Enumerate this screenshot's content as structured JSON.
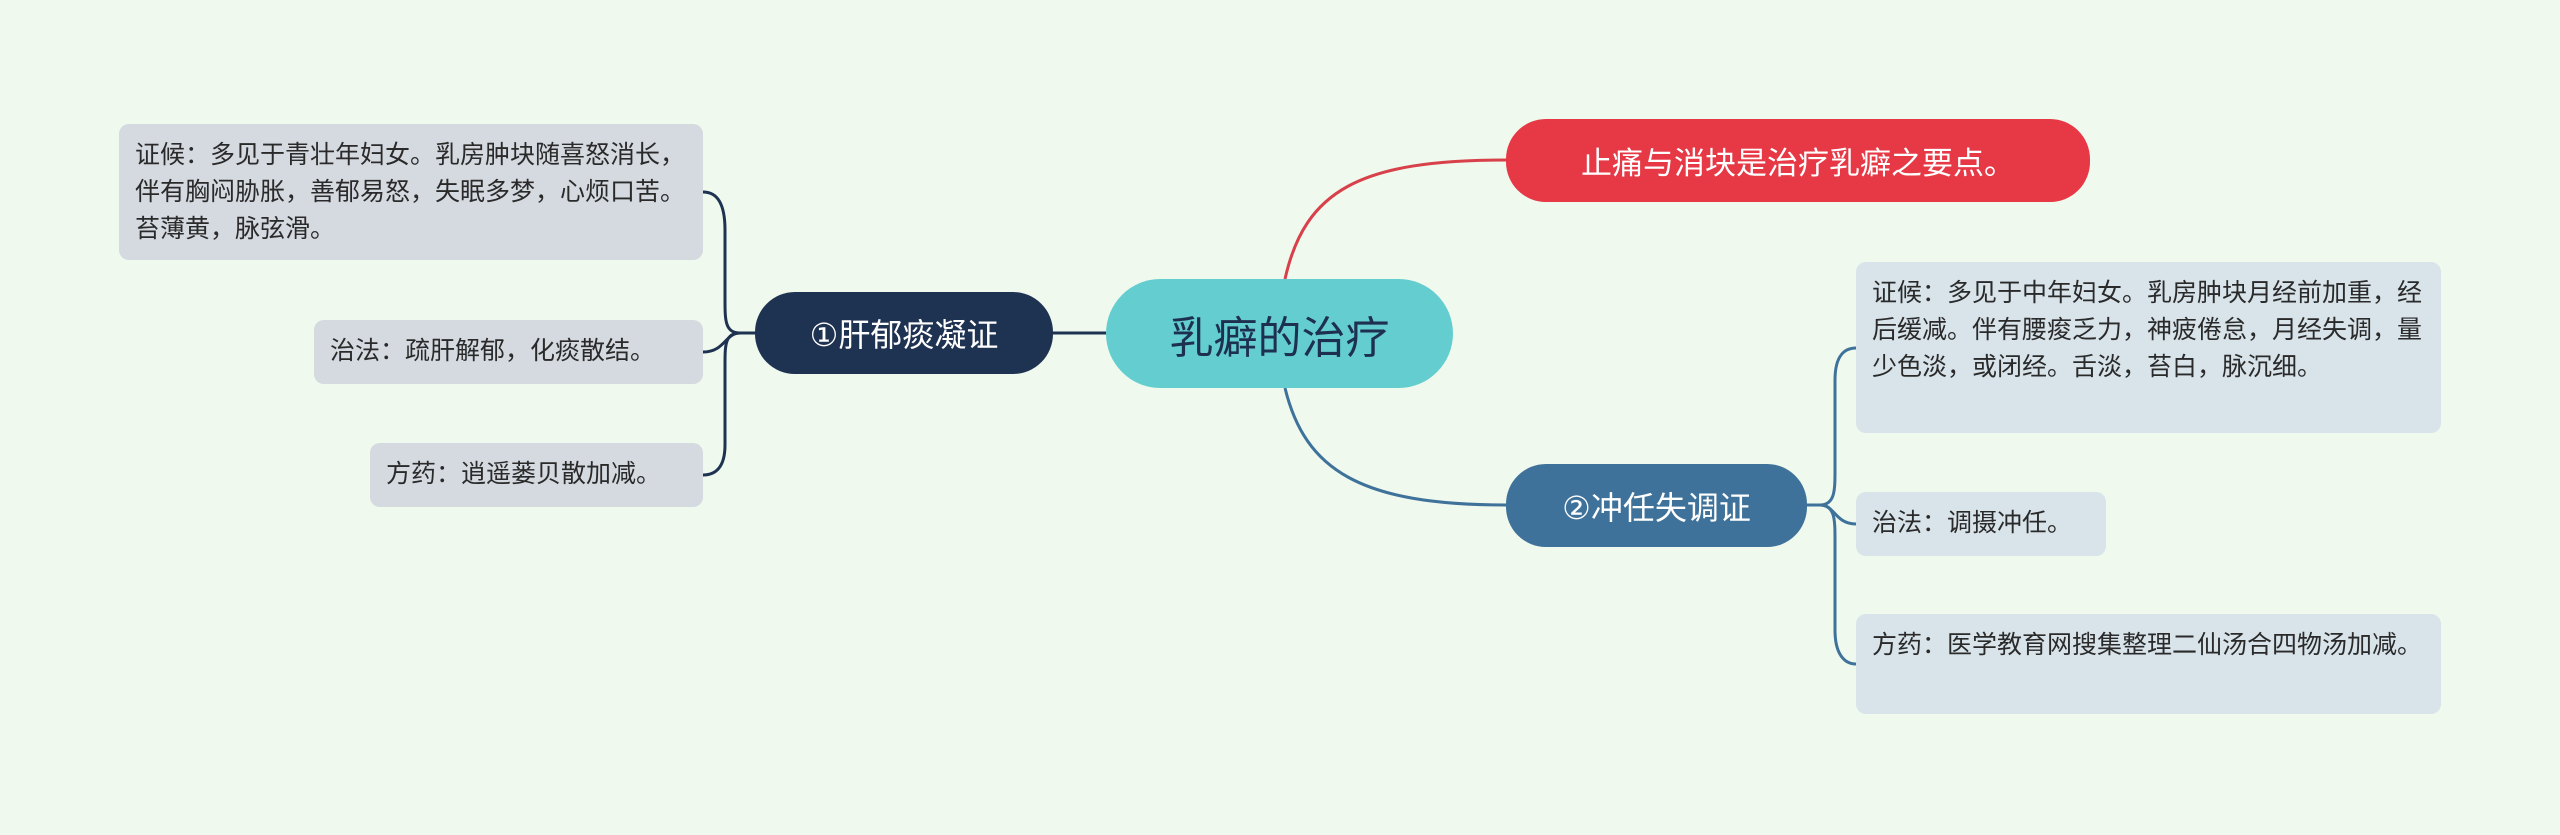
{
  "mindmap": {
    "center": "乳癖的治疗",
    "key_point": "止痛与消块是治疗乳癖之要点。",
    "branch_left": {
      "title": "①肝郁痰凝证",
      "leaves": [
        "证候：多见于青壮年妇女。乳房肿块随喜怒消长，伴有胸闷胁胀，善郁易怒，失眠多梦，心烦口苦。苔薄黄，脉弦滑。",
        "治法：疏肝解郁，化痰散结。",
        "方药：逍遥蒌贝散加减。"
      ]
    },
    "branch_right": {
      "title": "②冲任失调证",
      "leaves": [
        "证候：多见于中年妇女。乳房肿块月经前加重，经后缓减。伴有腰痠乏力，神疲倦怠，月经失调，量少色淡，或闭经。舌淡，苔白，脉沉细。",
        "治法：调摄冲任。",
        "方药：医学教育网搜集整理二仙汤合四物汤加减。"
      ]
    },
    "colors": {
      "background": "#eff9ee",
      "center_fill": "#63cdcf",
      "key_point_fill": "#e63845",
      "left_branch_fill": "#1e3251",
      "right_branch_fill": "#3f729a",
      "left_leaf_fill": "#d5d9e0",
      "right_leaf_fill": "#d8e3ea"
    }
  }
}
